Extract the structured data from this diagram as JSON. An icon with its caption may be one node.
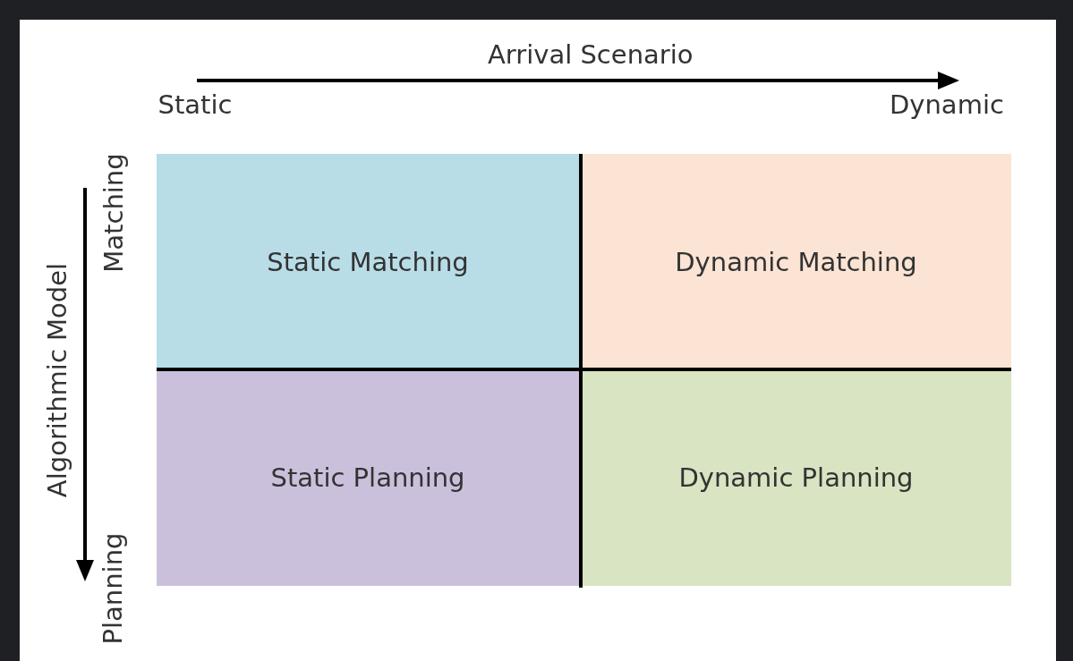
{
  "diagram": {
    "nodes": [
      {
        "text": [
          "Static Matching"
        ]
      },
      {
        "text": [
          "Dynamic Matching"
        ]
      },
      {
        "text": [
          "Static Planning"
        ]
      },
      {
        "text": [
          "Dynamic Planning"
        ]
      }
    ],
    "labels": [
      "Arrival Scenario",
      "Static",
      "Dynamic",
      "Algorithmic Model",
      "Matching",
      "Planning"
    ]
  }
}
